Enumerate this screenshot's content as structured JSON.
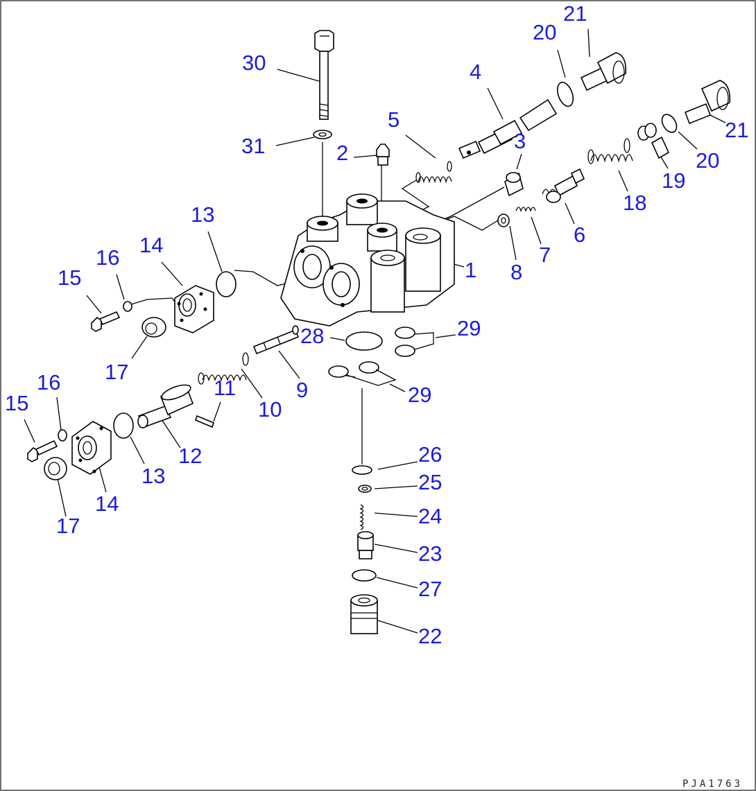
{
  "diagram": {
    "drawing_code": "PJA1763",
    "colors": {
      "callout": "#1a1adf",
      "line": "#000000",
      "background": "#ffffff"
    },
    "callouts": [
      "30",
      "31",
      "2",
      "5",
      "4",
      "20",
      "21",
      "21",
      "20",
      "3",
      "19",
      "18",
      "6",
      "7",
      "8",
      "1",
      "13",
      "14",
      "16",
      "15",
      "17",
      "28",
      "29",
      "29",
      "9",
      "11",
      "10",
      "16",
      "15",
      "12",
      "13",
      "14",
      "17",
      "26",
      "25",
      "24",
      "23",
      "27",
      "22"
    ]
  }
}
